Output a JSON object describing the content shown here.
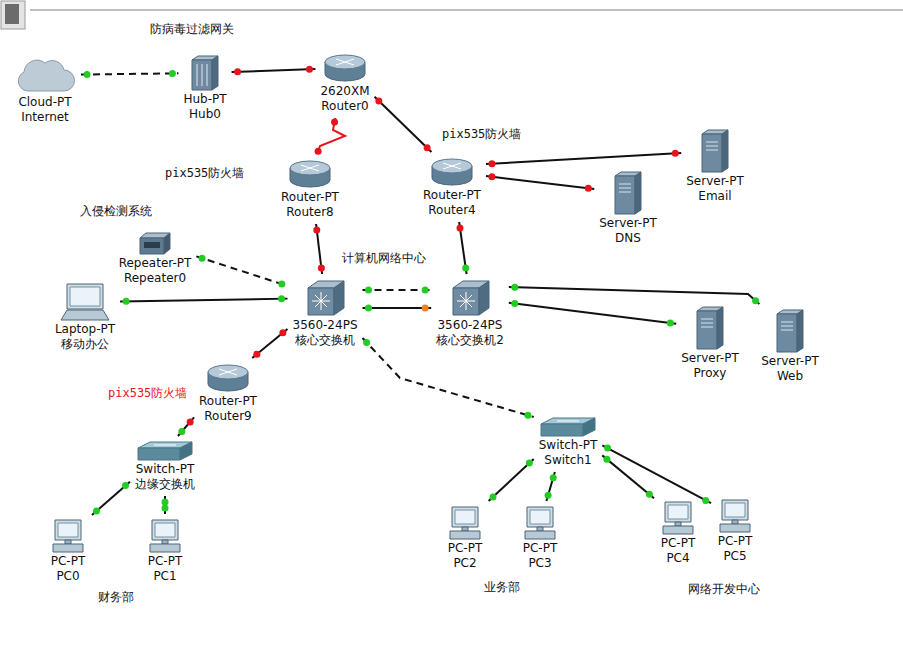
{
  "diagram": {
    "nodes": [
      {
        "text": [
          "Cloud-PT",
          "Internet"
        ]
      },
      {
        "text": [
          "防病毒过滤网关",
          "Hub-PT",
          "Hub0"
        ]
      },
      {
        "text": [
          "2620XM",
          "Router0"
        ]
      },
      {
        "text": [
          "pix535防火墙",
          "Router-PT",
          "Router8"
        ]
      },
      {
        "text": [
          "pix535防火墙",
          "Router-PT",
          "Router4"
        ]
      },
      {
        "text": [
          "Server-PT",
          "Email"
        ]
      },
      {
        "text": [
          "Server-PT",
          "DNS"
        ]
      },
      {
        "text": [
          "入侵检测系统",
          "Repeater-PT",
          "Repeater0"
        ]
      },
      {
        "text": [
          "计算机网络中心",
          "3560-24PS",
          "核心交换机"
        ]
      },
      {
        "text": [
          "3560-24PS",
          "核心交换机2"
        ]
      },
      {
        "text": [
          "Laptop-PT",
          "移动办公"
        ]
      },
      {
        "text": [
          "Server-PT",
          "Proxy"
        ]
      },
      {
        "text": [
          "Server-PT",
          "Web"
        ]
      },
      {
        "text": [
          "pix535防火墙",
          "Router-PT",
          "Router9"
        ]
      },
      {
        "text": [
          "Switch-PT",
          "边缘交换机"
        ]
      },
      {
        "text": [
          "Switch-PT",
          "Switch1"
        ]
      },
      {
        "text": [
          "PC-PT",
          "PC0"
        ]
      },
      {
        "text": [
          "PC-PT",
          "PC1"
        ]
      },
      {
        "text": [
          "PC-PT",
          "PC2"
        ]
      },
      {
        "text": [
          "PC-PT",
          "PC3"
        ]
      },
      {
        "text": [
          "PC-PT",
          "PC4"
        ]
      },
      {
        "text": [
          "PC-PT",
          "PC5"
        ]
      }
    ],
    "edges": [
      {
        "from": 0,
        "to": 1,
        "arrow": "none"
      },
      {
        "from": 1,
        "to": 2,
        "arrow": "none"
      },
      {
        "from": 2,
        "to": 3,
        "arrow": "none"
      },
      {
        "from": 2,
        "to": 4,
        "arrow": "none"
      },
      {
        "from": 4,
        "to": 5,
        "arrow": "none"
      },
      {
        "from": 4,
        "to": 6,
        "arrow": "none"
      },
      {
        "from": 3,
        "to": 8,
        "arrow": "none"
      },
      {
        "from": 4,
        "to": 9,
        "arrow": "none"
      },
      {
        "from": 7,
        "to": 8,
        "arrow": "none"
      },
      {
        "from": 10,
        "to": 8,
        "arrow": "none"
      },
      {
        "from": 8,
        "to": 9,
        "arrow": "none"
      },
      {
        "from": 8,
        "to": 9,
        "arrow": "none"
      },
      {
        "from": 9,
        "to": 11,
        "arrow": "none"
      },
      {
        "from": 9,
        "to": 12,
        "arrow": "none"
      },
      {
        "from": 8,
        "to": 15,
        "arrow": "none"
      },
      {
        "from": 8,
        "to": 13,
        "arrow": "none"
      },
      {
        "from": 13,
        "to": 14,
        "arrow": "none"
      },
      {
        "from": 14,
        "to": 16,
        "arrow": "none"
      },
      {
        "from": 14,
        "to": 17,
        "arrow": "none"
      },
      {
        "from": 15,
        "to": 18,
        "arrow": "none"
      },
      {
        "from": 15,
        "to": 19,
        "arrow": "none"
      },
      {
        "from": 15,
        "to": 20,
        "arrow": "none"
      },
      {
        "from": 15,
        "to": 21,
        "arrow": "none"
      }
    ],
    "labels": [
      "财务部",
      "业务部",
      "网络开发中心"
    ]
  }
}
